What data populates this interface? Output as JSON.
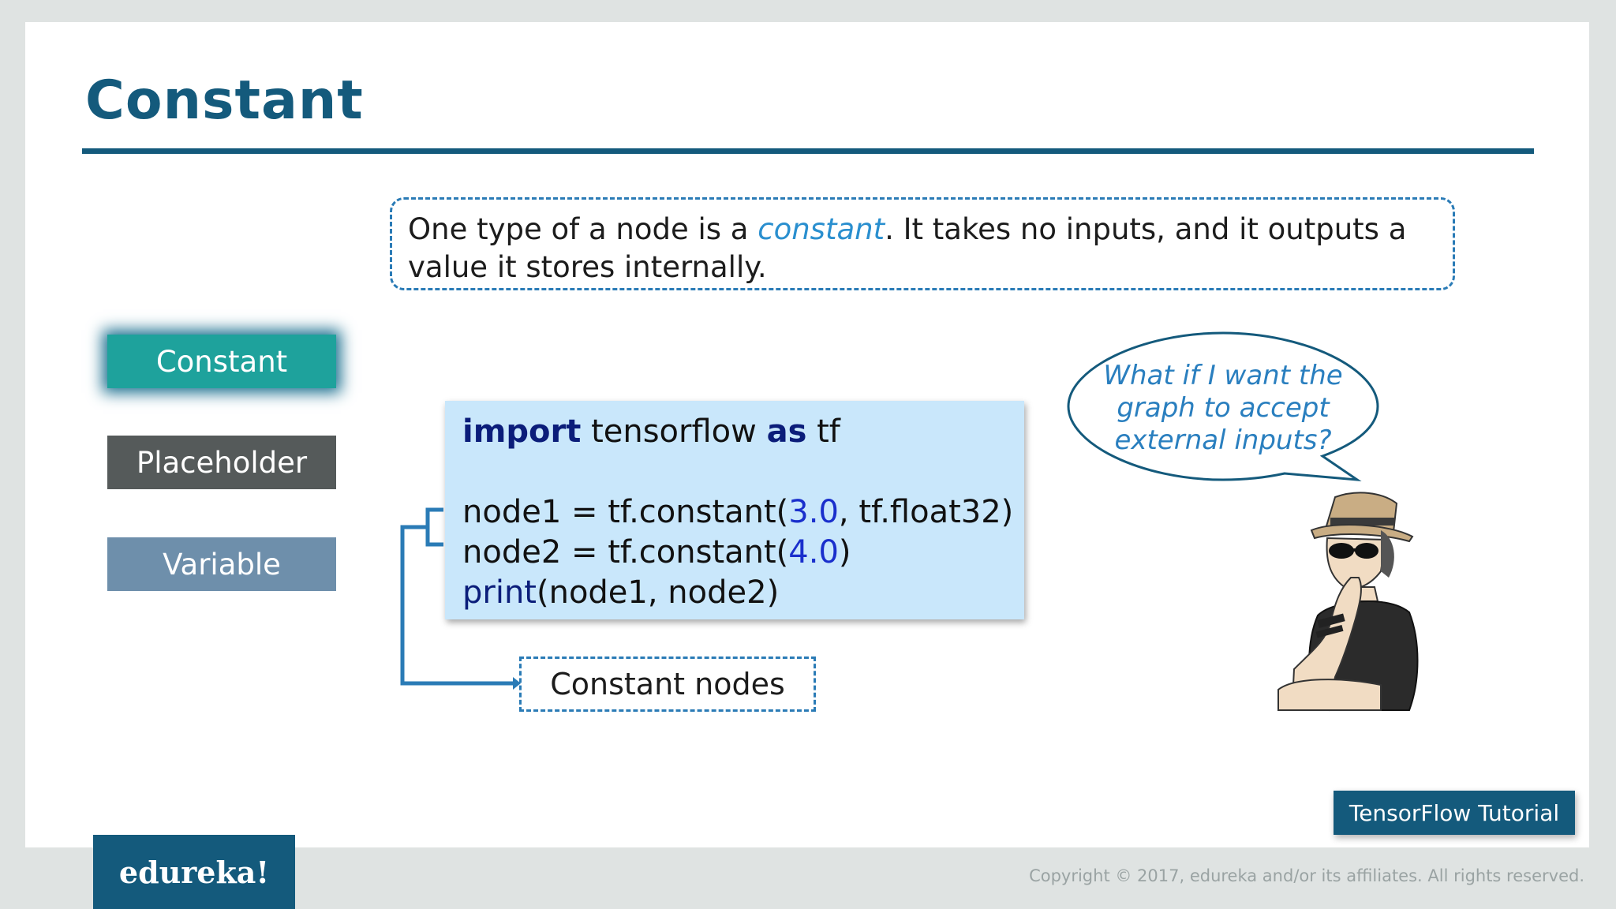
{
  "slide": {
    "title": "Constant",
    "description_pre": "One type of a node is a ",
    "description_emph": "constant",
    "description_post": ". It takes no inputs, and it outputs a value it stores internally."
  },
  "sidebar": {
    "items": [
      {
        "label": "Constant",
        "active": true,
        "color": "#1ea29c"
      },
      {
        "label": "Placeholder",
        "active": false,
        "color": "#555a5a"
      },
      {
        "label": "Variable",
        "active": false,
        "color": "#6e8fab"
      }
    ]
  },
  "code": {
    "line1": {
      "kw1": "import",
      "mid": " tensorflow ",
      "kw2": "as",
      "end": " tf"
    },
    "line2": {
      "a": "node1 = tf.constant(",
      "n": "3.0",
      "b": ", tf.float32)"
    },
    "line3": {
      "a": "node2 = tf.constant(",
      "n": "4.0",
      "b": ")"
    },
    "line4": {
      "fn": "print",
      "rest": "(node1, node2)"
    }
  },
  "annotation": {
    "label": "Constant nodes"
  },
  "bubble": {
    "line1": "What if I want the",
    "line2": "graph to accept",
    "line3": "external inputs?"
  },
  "tag": "TensorFlow Tutorial",
  "footer": {
    "logo": "edureka!",
    "copyright": "Copyright © 2017, edureka and/or its affiliates. All rights reserved."
  },
  "colors": {
    "brand": "#145a7c",
    "accent_teal": "#1ea29c",
    "code_bg": "#c9e7fb",
    "dashed_border": "#2a7bb6"
  },
  "icons": [
    "thinking-character-illustration",
    "speech-bubble"
  ]
}
